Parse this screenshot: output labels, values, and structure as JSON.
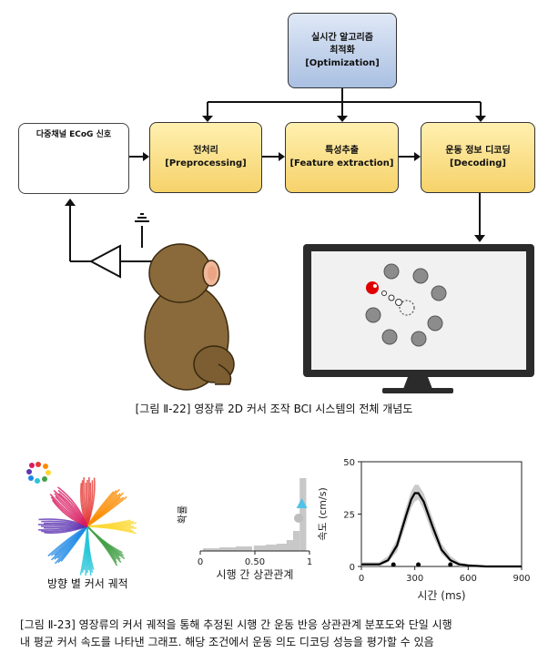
{
  "figure1": {
    "optimization_box": [
      "실시간 알고리즘",
      "최적화",
      "[Optimization]"
    ],
    "ecog_label": "다중채널 ECoG 신호",
    "preprocessing_box": [
      "전처리",
      "[Preprocessing]"
    ],
    "feature_box": [
      "특성추출",
      "[Feature extraction]"
    ],
    "decoding_box": [
      "운동 정보 디코딩",
      "[Decoding]"
    ],
    "caption": "[그림 Ⅱ-22] 영장류 2D 커서 조작 BCI 시스템의 전체 개념도"
  },
  "figure2": {
    "trajectory_label": "방향 별 커서 궤적",
    "caption_lines": [
      "[그림 Ⅱ-23] 영장류의 커서 궤적을 통해 추정된 시행 간 운동 반응 상관관계 분포도와 단일 시행",
      "내 평균 커서 속도를 나타낸 그래프. 해당 조건에서 운동 의도 디코딩 성능을 평가할 수 있음"
    ]
  },
  "colors": {
    "yellow_box": "#f6d26a",
    "blue_box": "#aac0e2",
    "cursor_red": "#e00000",
    "marker_cyan": "#4fc3e8",
    "trajectory_colors": [
      "#e53935",
      "#fb8c00",
      "#fdd835",
      "#43a047",
      "#26c6da",
      "#1e88e5",
      "#5e35b1",
      "#d81b60"
    ]
  },
  "chart_data": [
    {
      "type": "histogram",
      "xlabel": "시행 간 상관관계",
      "ylabel": "확률",
      "x_ticks": [
        "0",
        "0.50",
        "1"
      ],
      "xlim": [
        0,
        1
      ],
      "bins": [
        {
          "x": 0.1,
          "value": 0.03
        },
        {
          "x": 0.25,
          "value": 0.04
        },
        {
          "x": 0.4,
          "value": 0.05
        },
        {
          "x": 0.55,
          "value": 0.06
        },
        {
          "x": 0.65,
          "value": 0.07
        },
        {
          "x": 0.75,
          "value": 0.08
        },
        {
          "x": 0.82,
          "value": 0.12
        },
        {
          "x": 0.88,
          "value": 0.22
        },
        {
          "x": 0.94,
          "value": 0.8
        }
      ],
      "markers": [
        {
          "shape": "triangle",
          "x": 0.93,
          "value": 0.52
        },
        {
          "shape": "circle",
          "x": 0.9,
          "value": 0.36
        }
      ]
    },
    {
      "type": "line",
      "xlabel": "시간 (ms)",
      "ylabel": "속도 (cm/s)",
      "xlim": [
        0,
        900
      ],
      "ylim": [
        0,
        50
      ],
      "x_ticks": [
        0,
        300,
        600,
        900
      ],
      "y_ticks": [
        0,
        25,
        50
      ],
      "series": [
        {
          "x": [
            0,
            100,
            150,
            200,
            250,
            280,
            300,
            320,
            350,
            400,
            450,
            500,
            550,
            600,
            700,
            800,
            900
          ],
          "y": [
            1,
            1,
            3,
            10,
            24,
            32,
            35,
            35,
            31,
            19,
            8,
            3,
            1,
            0.5,
            0,
            0,
            0
          ]
        }
      ],
      "band": {
        "lower": [
          0,
          0,
          2,
          7,
          20,
          28,
          31,
          32,
          27,
          15,
          6,
          2,
          0,
          0,
          0,
          0,
          0
        ],
        "upper": [
          2,
          2,
          5,
          13,
          28,
          36,
          39,
          39,
          35,
          23,
          11,
          5,
          2,
          1,
          0.5,
          0.5,
          0.5
        ]
      },
      "event_markers_x": [
        180,
        320,
        500
      ]
    }
  ]
}
